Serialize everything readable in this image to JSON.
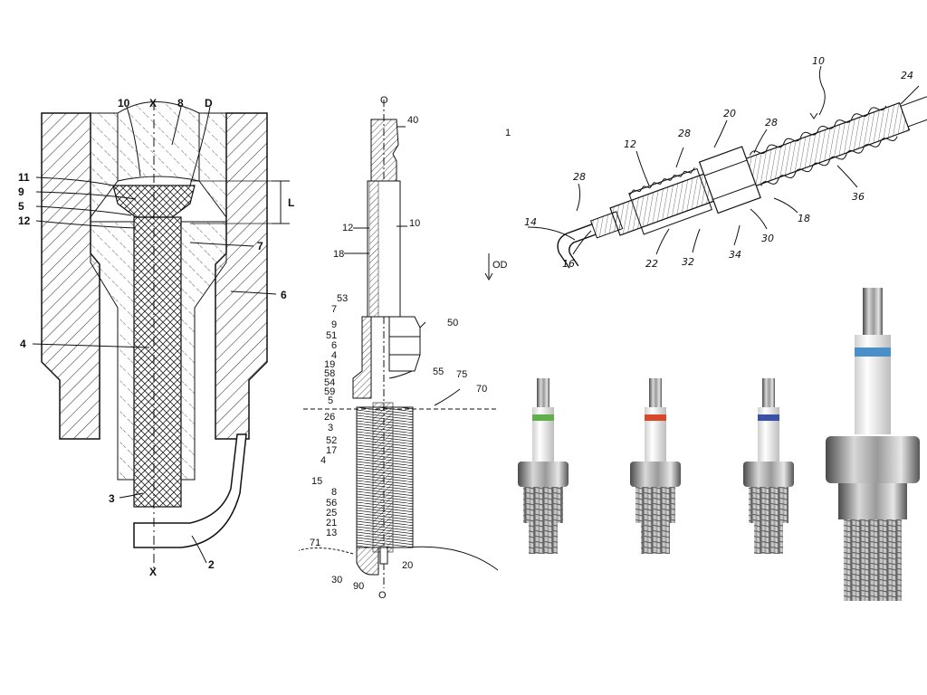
{
  "panel1": {
    "labels": {
      "l10": "10",
      "lX": "X",
      "l8": "8",
      "lD": "D",
      "l11": "11",
      "l9": "9",
      "l5": "5",
      "l12": "12",
      "lL": "L",
      "l7": "7",
      "l6": "6",
      "l4": "4",
      "l3": "3",
      "lXb": "X",
      "l2": "2"
    }
  },
  "panel2": {
    "labels": {
      "lO": "O",
      "l40": "40",
      "l1": "1",
      "l12": "12",
      "l10": "10",
      "l18": "18",
      "lOD": "OD",
      "l53": "53",
      "l7": "7",
      "l9": "9",
      "l51": "51",
      "l6": "6",
      "l4": "4",
      "l19": "19",
      "l58": "58",
      "l54": "54",
      "l59": "59",
      "l5": "5",
      "l50": "50",
      "l55": "55",
      "l75": "75",
      "l70": "70",
      "l26": "26",
      "l3": "3",
      "l52": "52",
      "l17": "17",
      "l4b": "4",
      "l15": "15",
      "l8": "8",
      "l56": "56",
      "l25": "25",
      "l21": "21",
      "l13": "13",
      "l71": "71",
      "l30": "30",
      "l90": "90",
      "lOb": "O",
      "l20": "20"
    }
  },
  "panel3": {
    "labels": {
      "l10": "10",
      "l24": "24",
      "l20": "20",
      "l28a": "28",
      "l28b": "28",
      "l12": "12",
      "l28c": "28",
      "l14": "14",
      "l16": "16",
      "l22": "22",
      "l32": "32",
      "l34": "34",
      "l30": "30",
      "l18": "18",
      "l36": "36"
    }
  },
  "panel4": {
    "plugs": [
      {
        "band_color": "#5fb04a"
      },
      {
        "band_color": "#d9482a"
      },
      {
        "band_color": "#3a4fa8"
      },
      {
        "band_color": "#4a8fc8"
      }
    ]
  }
}
